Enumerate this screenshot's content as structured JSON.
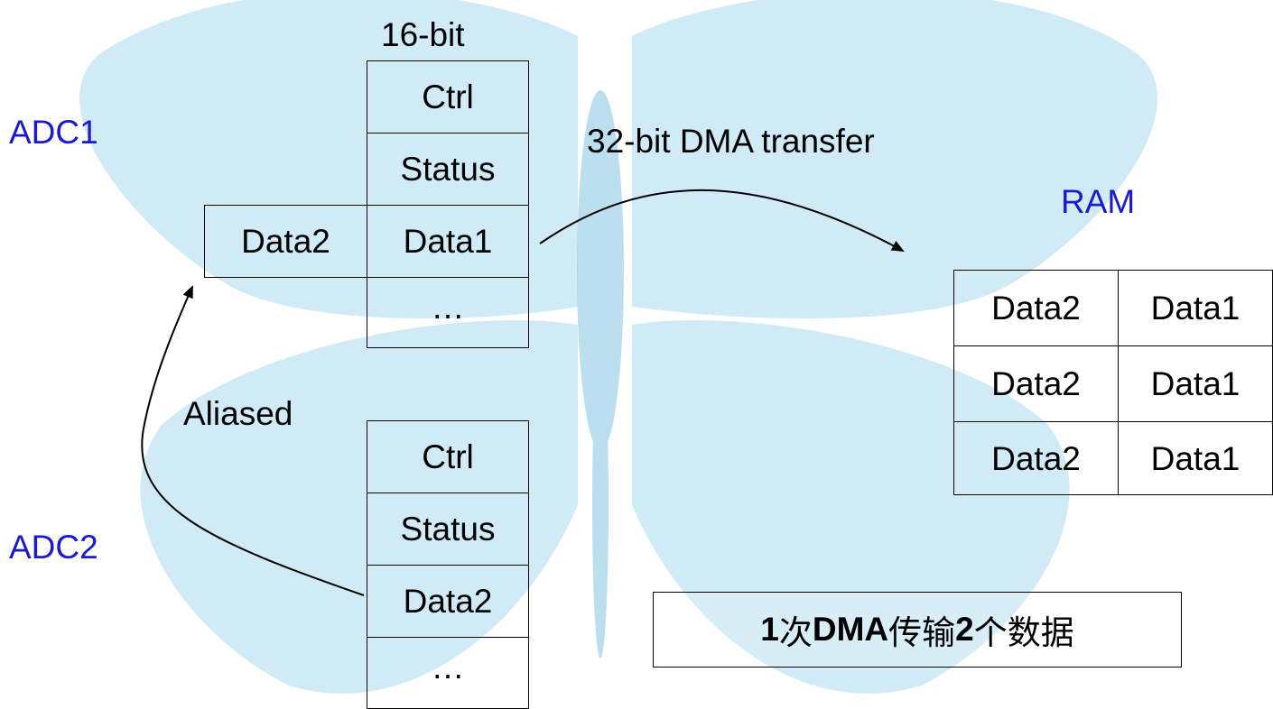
{
  "labels": {
    "bit_width": "16-bit",
    "adc1": "ADC1",
    "adc2": "ADC2",
    "ram": "RAM",
    "transfer": "32-bit DMA transfer",
    "aliased": "Aliased"
  },
  "adc1_registers": {
    "ctrl": "Ctrl",
    "status": "Status",
    "data1": "Data1",
    "data2_alias": "Data2",
    "ellipsis": "…"
  },
  "adc2_registers": {
    "ctrl": "Ctrl",
    "status": "Status",
    "data2": "Data2",
    "ellipsis": "…"
  },
  "ram_rows": [
    {
      "left": "Data2",
      "right": "Data1"
    },
    {
      "left": "Data2",
      "right": "Data1"
    },
    {
      "left": "Data2",
      "right": "Data1"
    }
  ],
  "note": {
    "count": "1",
    "times": " 次 ",
    "dma": "DMA",
    "transfer": "传输",
    "num": "2",
    "items": "个数据"
  },
  "colors": {
    "label_blue": "#1a1ad0",
    "watermark_blue": "#bfe3f2",
    "line": "#000000"
  }
}
